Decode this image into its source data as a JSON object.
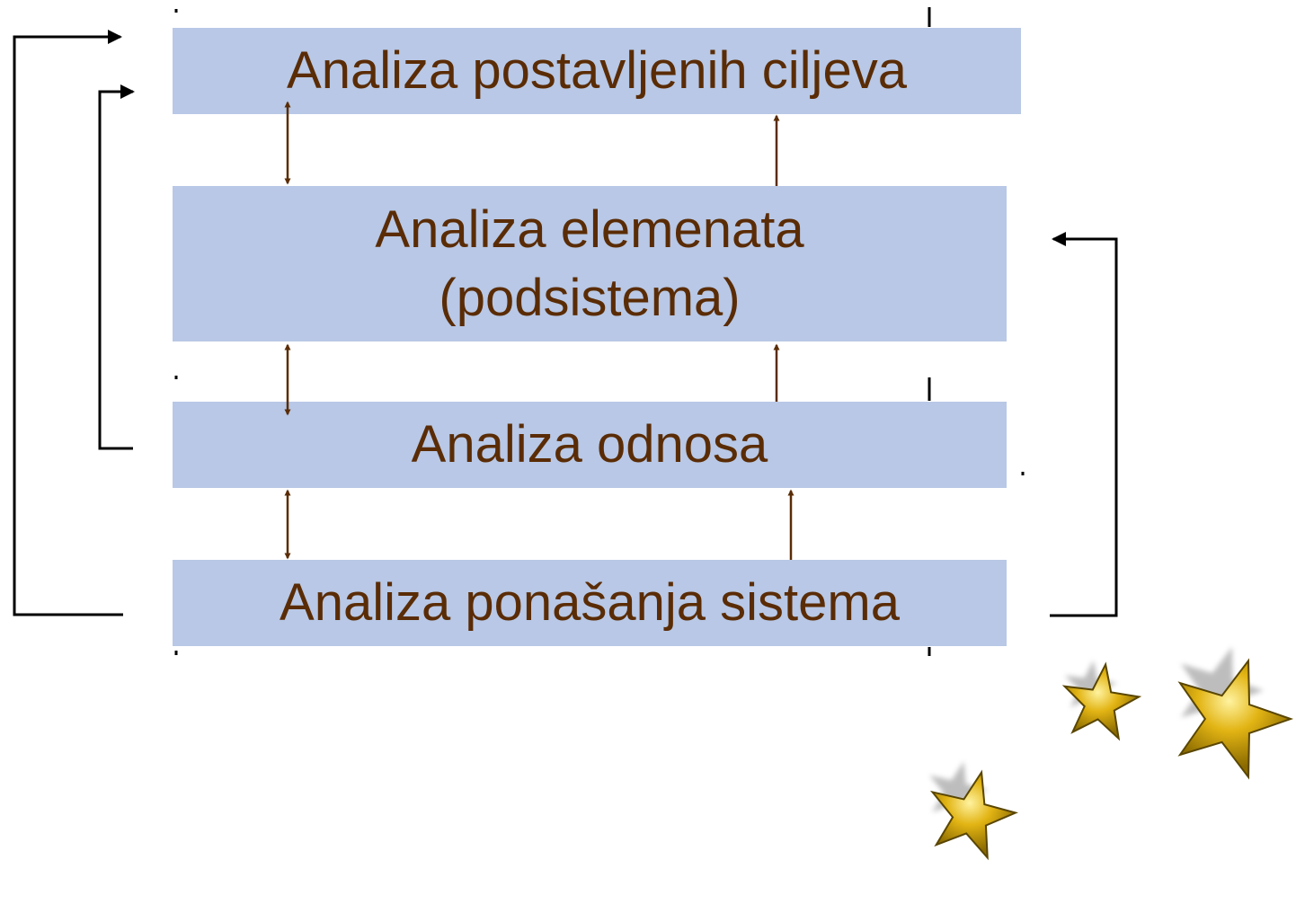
{
  "colors": {
    "box_fill": "#b8c8e6",
    "text": "#5a2c06",
    "inner_arrows": "#5a2c06",
    "feedback_arrows": "#000000",
    "star_fill": "#e2b414",
    "star_stroke": "#5a4600"
  },
  "steps": [
    {
      "label": "Analiza postavljenih ciljeva"
    },
    {
      "label": "Analiza elemenata\n(podsistema)"
    },
    {
      "label": "Analiza odnosa"
    },
    {
      "label": "Analiza ponašanja sistema"
    }
  ],
  "decoration": {
    "icon": "star-icon",
    "count": 3
  }
}
